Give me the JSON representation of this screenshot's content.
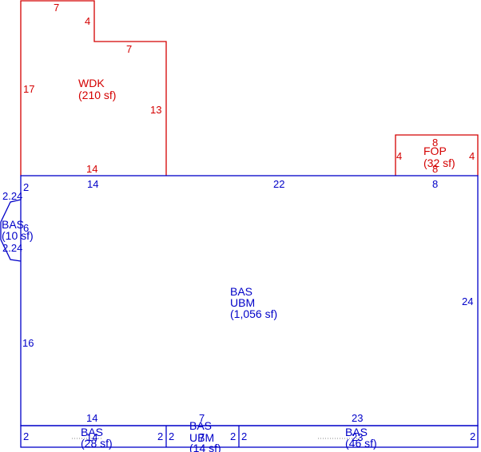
{
  "colors": {
    "addition": "#d40000",
    "main": "#0000c8",
    "hatch": "#8a8a8a"
  },
  "areas": {
    "wdk": {
      "code": "WDK",
      "area": "(210 sf)"
    },
    "fop": {
      "code": "FOP",
      "area": "(32 sf)"
    },
    "bas_main": {
      "code": "BAS",
      "sub": "UBM",
      "area": "(1,056 sf)"
    },
    "bas_left": {
      "code": "BAS",
      "area": "(10 sf)"
    },
    "bas_bottom_left": {
      "code": "BAS",
      "area": "(28 sf)"
    },
    "bas_bottom_mid": {
      "code": "BAS",
      "sub": "UBM",
      "area": "(14 sf)"
    },
    "bas_bottom_right": {
      "code": "BAS",
      "area": "(46 sf)"
    }
  },
  "dims": {
    "wdk_top": "7",
    "wdk_step_v": "4",
    "wdk_step_h": "7",
    "wdk_left": "17",
    "wdk_right": "13",
    "wdk_bottom": "14",
    "fop_top": "8",
    "fop_left": "4",
    "fop_right": "4",
    "fop_bottom": "8",
    "main_top_left": "14",
    "main_top_mid": "22",
    "main_top_right": "8",
    "main_right": "24",
    "main_left": "16",
    "main_corner": "2",
    "left_top": "2.24",
    "left_bottom": "2.24",
    "left_inner": "6",
    "left_small": "2",
    "bottom_left_top": "14",
    "bottom_left_bottom": "14",
    "bottom_left_l": "2",
    "bottom_left_r": "2",
    "bottom_mid_top": "7",
    "bottom_mid_bottom": "7",
    "bottom_mid_l": "2",
    "bottom_mid_r": "2",
    "bottom_right_top": "23",
    "bottom_right_bottom": "23",
    "bottom_right_l": "2",
    "bottom_right_r": "2"
  }
}
